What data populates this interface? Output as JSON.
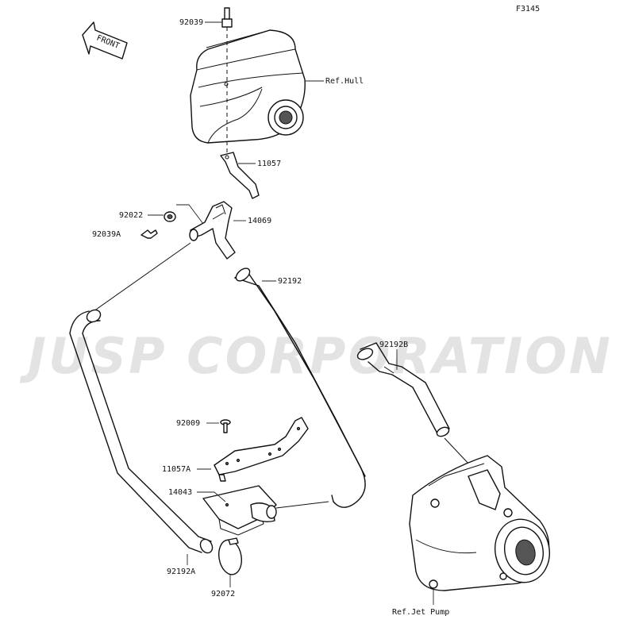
{
  "figure_code": "F3145",
  "front_arrow_label": "FRONT",
  "watermark": "JUSP CORPORATION",
  "callouts": {
    "p92039": "92039",
    "ref_hull": "Ref.Hull",
    "p11057": "11057",
    "p92022": "92022",
    "p14069": "14069",
    "p92039a": "92039A",
    "p92192": "92192",
    "p92192b": "92192B",
    "p92009": "92009",
    "p11057a": "11057A",
    "p14043": "14043",
    "p92192a": "92192A",
    "p92072": "92072",
    "ref_jet_pump": "Ref.Jet Pump"
  }
}
